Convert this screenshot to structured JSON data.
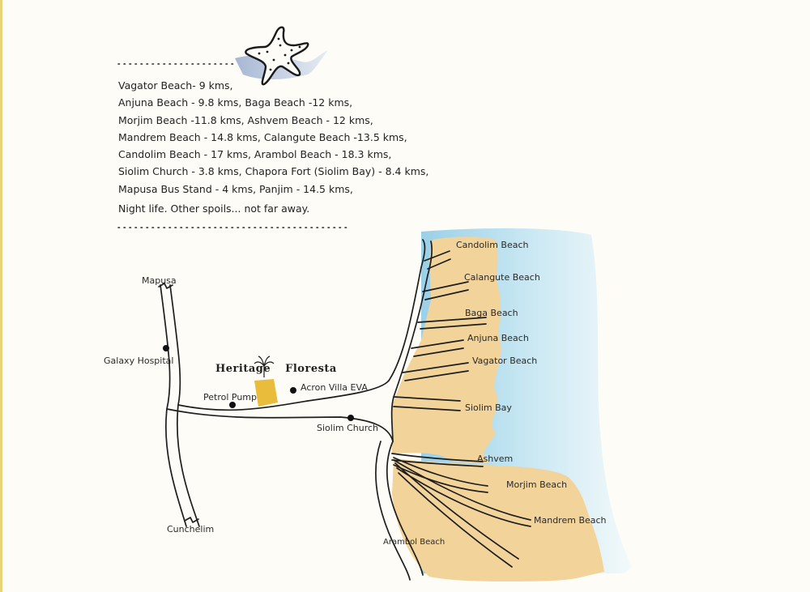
{
  "distances": [
    "Vagator Beach- 9 kms,",
    "Anjuna Beach - 9.8 kms, Baga Beach -12 kms,",
    "Morjim Beach -11.8 kms, Ashvem Beach - 12 kms,",
    "Mandrem Beach - 14.8 kms, Calangute Beach -13.5 kms,",
    "Candolim Beach - 17 kms, Arambol Beach - 18.3 kms,",
    "Siolim Church - 3.8 kms, Chapora Fort (Siolim Bay) - 8.4 kms,",
    "Mapusa Bus Stand - 4 kms, Panjim - 14.5 kms,"
  ],
  "closing_line": "Night life. Other spoils... not far away.",
  "brand": {
    "word1": "Heritage",
    "word2": "Floresta"
  },
  "places": {
    "mapusa": "Mapusa",
    "galaxy_hospital": "Galaxy Hospital",
    "petrol_pump": "Petrol Pump",
    "acron_villa": "Acron Villa EVA",
    "siolim_church": "Siolim Church",
    "cunchelim": "Cunchelim",
    "arambol_beach_road": "Arambol Beach"
  },
  "beaches": {
    "candolim": "Candolim Beach",
    "calangute": "Calangute Beach",
    "baga": "Baga Beach",
    "anjuna": "Anjuna Beach",
    "vagator": "Vagator Beach",
    "siolim_bay": "Siolim Bay",
    "ashvem": "Ashvem",
    "morjim": "Morjim Beach",
    "mandrem": "Mandrem Beach"
  },
  "icons": [
    "starfish-icon",
    "palm-tree-icon",
    "map-marker-dot"
  ],
  "colors": {
    "background": "#fdfcf6",
    "sand": "#f2d39a",
    "sea": "#9fd3ea",
    "property": "#e9bd3b",
    "road": "#1e1e1e"
  }
}
